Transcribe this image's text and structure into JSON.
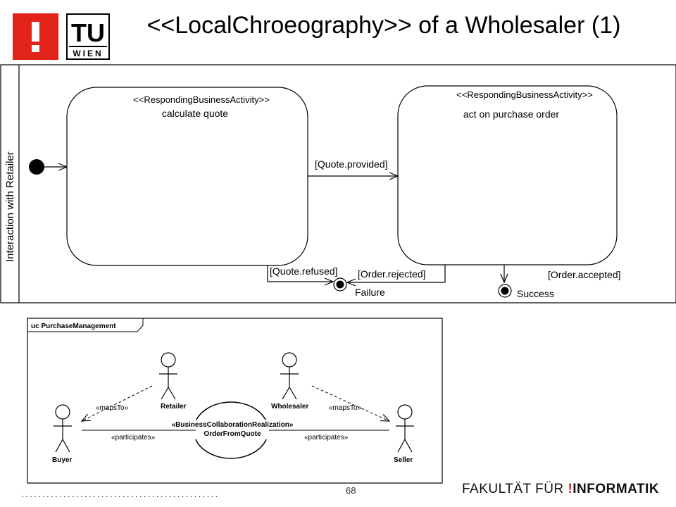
{
  "header": {
    "title": "<<LocalChroeography>> of a Wholesaler (1)",
    "logo_left_glyph": "!",
    "logo_tu": "TU",
    "logo_wien": "WIEN"
  },
  "choreography": {
    "swimlane_label": "Interaction with Retailer",
    "activity1": {
      "stereotype": "<<RespondingBusinessActivity>>",
      "name": "calculate quote"
    },
    "activity2": {
      "stereotype": "<<RespondingBusinessActivity>>",
      "name": "act on purchase order"
    },
    "guards": {
      "quote_provided": "[Quote.provided]",
      "quote_refused": "[Quote.refused]",
      "order_rejected": "[Order.rejected]",
      "order_accepted": "[Order.accepted]"
    },
    "final_failure": "Failure",
    "final_success": "Success"
  },
  "use_case_diagram": {
    "frame_label": "uc PurchaseManagement",
    "actors": {
      "retailer": "Retailer",
      "wholesaler": "Wholesaler",
      "buyer": "Buyer",
      "seller": "Seller"
    },
    "collaboration_stereotype": "«BusinessCollaborationRealization»",
    "collaboration_name": "OrderFromQuote",
    "maps_to": "«mapsTo»",
    "participates": "«participates»"
  },
  "footer": {
    "dots": "...............................................",
    "page_number": "68",
    "faculty_prefix": "FAKULTÄT  FÜR",
    "faculty_bang": "!",
    "faculty_name": "INFORMATIK"
  },
  "colors": {
    "brand_red": "#e2231a",
    "line": "#000000"
  }
}
